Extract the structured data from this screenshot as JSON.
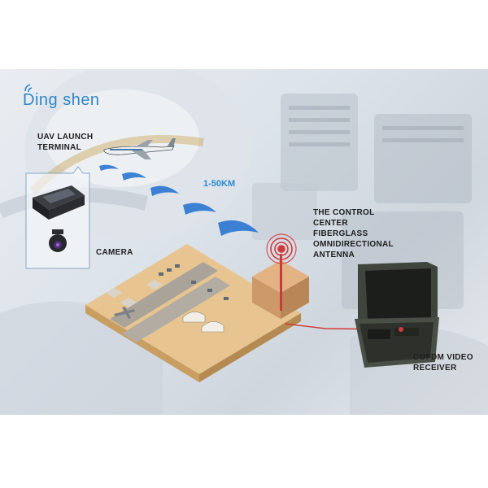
{
  "brand": {
    "name": "Ding shen",
    "color": "#2f86c9"
  },
  "labels": {
    "uav_launch_terminal": "UAV LAUNCH\nTERMINAL",
    "camera": "CAMERA",
    "range": "1-50KM",
    "control_center": "THE CONTROL\nCENTER\nFIBERGLASS\nOMNIDIRECTIONAL\nANTENNA",
    "receiver": "COFDM VIDEO\nRECEIVER"
  },
  "colors": {
    "signal_link": "#1f6fcf",
    "antenna_ring": "#d23a3a",
    "link_line": "#d23a3a",
    "base_ground": "#e8c590"
  },
  "icons": [
    "aircraft-icon",
    "launch-terminal-device-icon",
    "camera-gimbal-icon",
    "antenna-icon",
    "video-receiver-case-icon"
  ]
}
